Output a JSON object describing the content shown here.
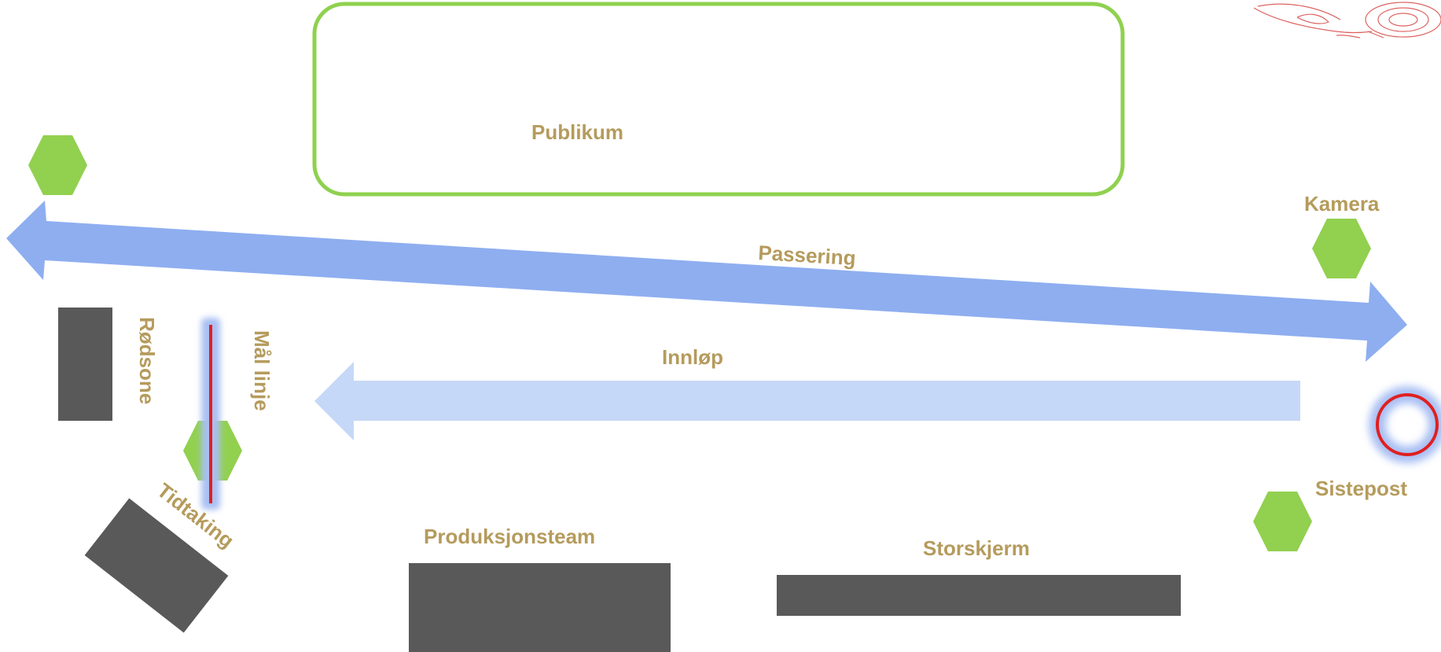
{
  "labels": {
    "publikum": "Publikum",
    "kamera": "Kamera",
    "passering": "Passering",
    "innlop": "Innløp",
    "rodsone": "Rødsone",
    "maal_linje": "Mål linje",
    "tidtaking": "Tidtaking",
    "sistepost": "Sistepost",
    "produksjonsteam": "Produksjonsteam",
    "storskjerm": "Storskjerm"
  },
  "colors": {
    "label_text": "#b59b5c",
    "audience_border": "#8fd14f",
    "marker_hexagon": "#92d050",
    "passage_arrow": "#8eaef0",
    "inlet_arrow": "#c6d8f7",
    "equipment_block": "#595959",
    "finish_line": "#e02020",
    "finish_glow": "#a9bff3",
    "signal_ring": "#e02020",
    "logo_sketch": "#d9534f"
  },
  "icons": {
    "marker": "hexagon-marker-icon",
    "last_post": "ring-icon",
    "logo": "logo-sketch"
  }
}
